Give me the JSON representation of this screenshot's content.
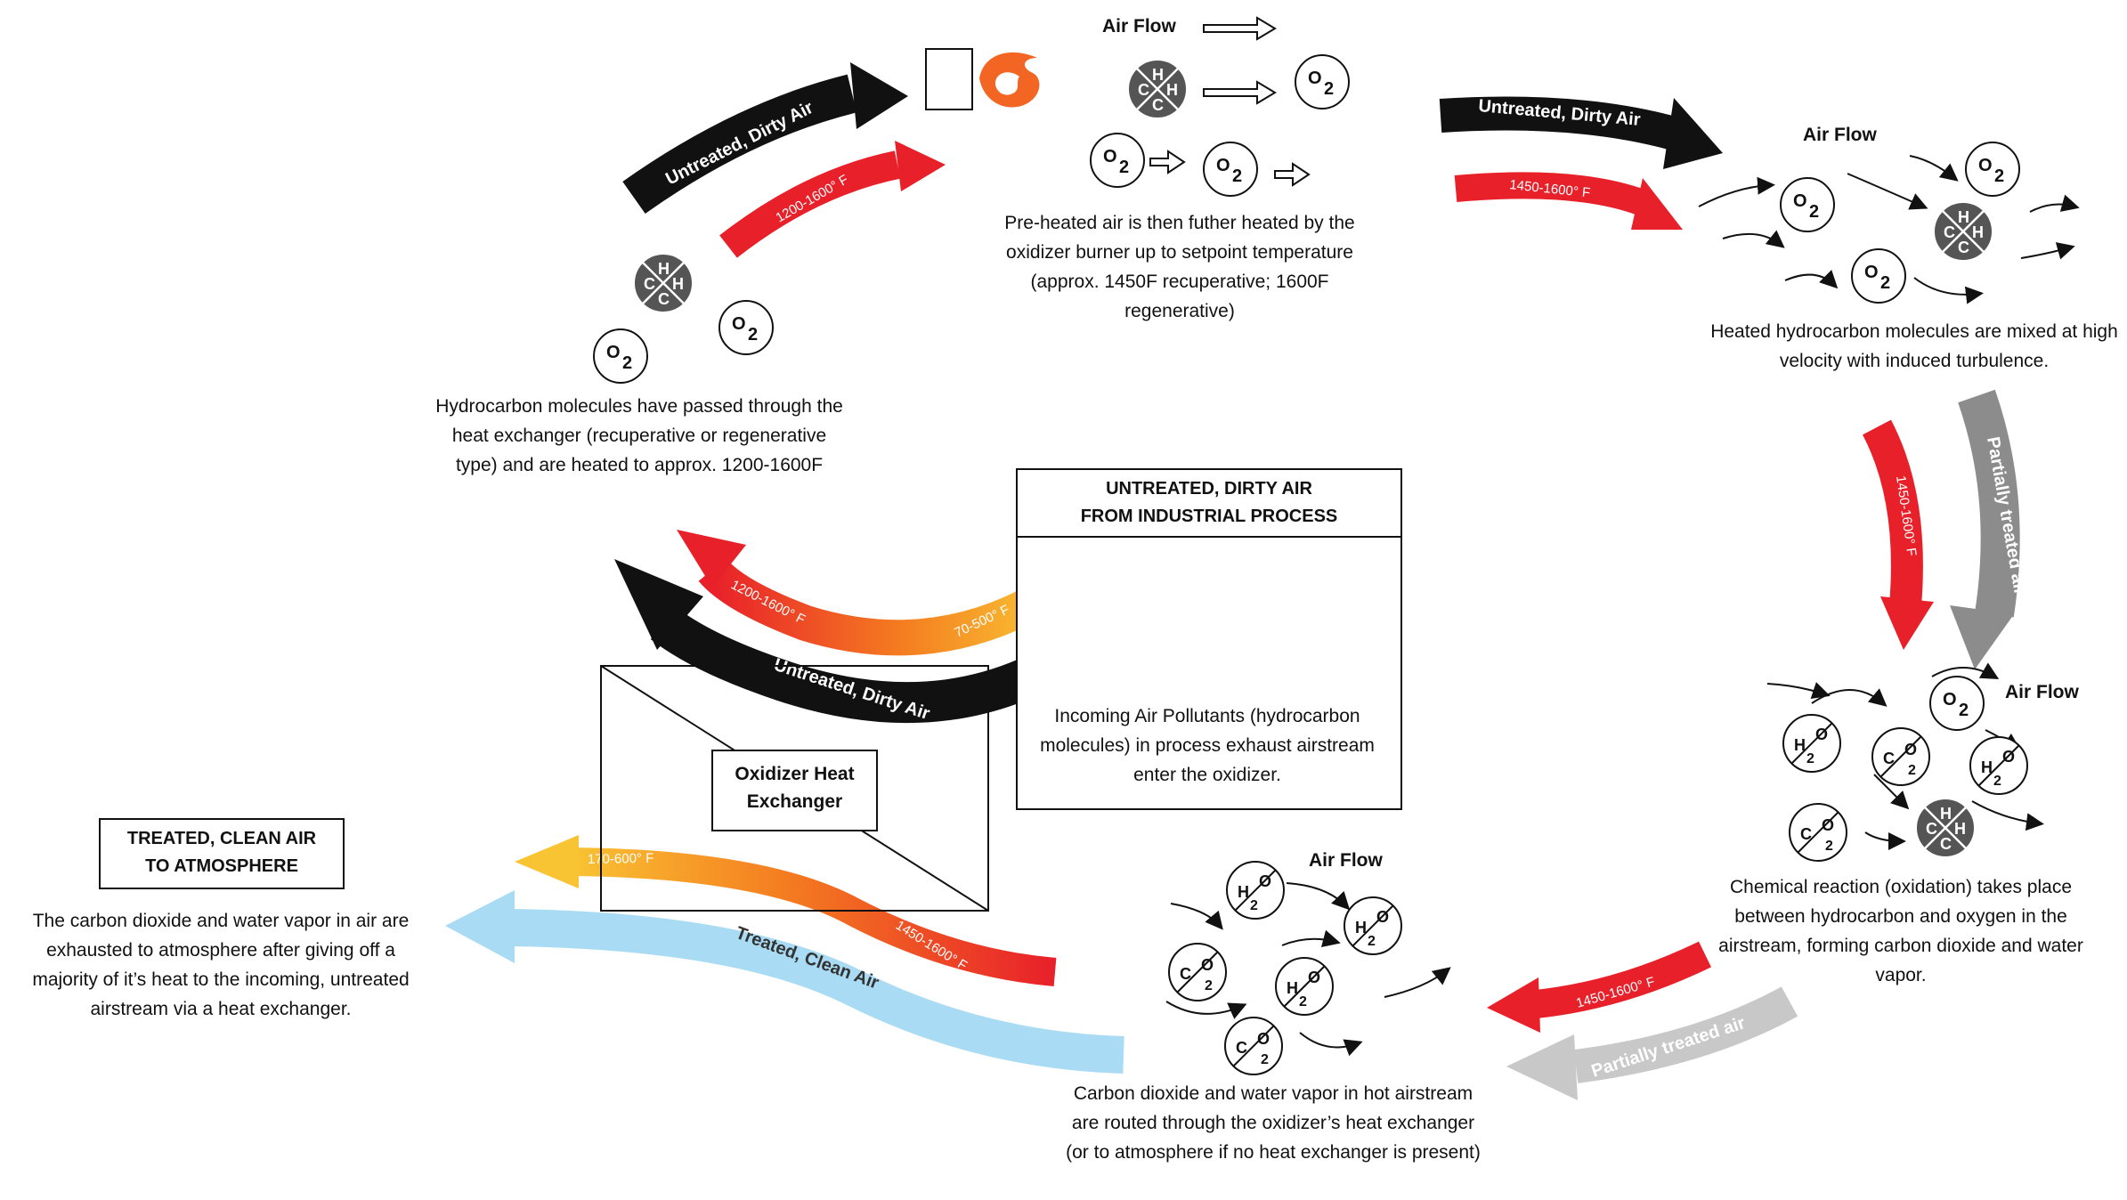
{
  "captions": {
    "hydrocarbon_heated": "Hydrocarbon molecules have passed through the heat exchanger (recuperative or regenerative type) and are heated to approx. 1200-1600F",
    "preheated": "Pre-heated air is then futher heated by the oxidizer burner up to setpoint temperature (approx. 1450F recuperative; 1600F regenerative)",
    "mixed": "Heated hydrocarbon molecules are mixed at high velocity with induced turbulence.",
    "chemical_reaction": "Chemical reaction (oxidation) takes place between hydrocarbon and oxygen in the airstream, forming carbon dioxide and water vapor.",
    "routed": "Carbon dioxide and water vapor in hot airstream are routed through the oxidizer’s heat exchanger (or to atmosphere if no heat exchanger is present)",
    "exhausted": "The carbon dioxide and water vapor in air are exhausted to atmosphere after giving off a majority of it’s heat to the incoming, untreated airstream via a heat exchanger.",
    "incoming": "Incoming Air Pollutants (hydrocarbon molecules) in process exhaust airstream enter the oxidizer."
  },
  "boxes": {
    "untreated_title_line1": "UNTREATED, DIRTY AIR",
    "untreated_title_line2": "FROM INDUSTRIAL PROCESS",
    "treated_title_line1": "TREATED, CLEAN AIR",
    "treated_title_line2": "TO ATMOSPHERE",
    "heat_exchanger_line1": "Oxidizer Heat",
    "heat_exchanger_line2": "Exchanger"
  },
  "air_flow_label": "Air Flow",
  "arrow_labels": {
    "untreated_dirty_air": "Untreated, Dirty Air",
    "temp_1200_1600": "1200-1600° F",
    "temp_1450_1600": "1450-1600° F",
    "temp_70_500": "70-500° F",
    "temp_170_600": "170-600° F",
    "partially_treated_air": "Partially treated air",
    "treated_clean_air": "Treated, Clean Air"
  },
  "molecules": {
    "hydrocarbon": [
      "C",
      "H",
      "H",
      "C"
    ],
    "oxygen": [
      "O",
      "2"
    ],
    "water": [
      "H",
      "2",
      "O"
    ],
    "carbon_dioxide": [
      "C",
      "O",
      "2"
    ]
  },
  "colors": {
    "black_arrow": "#111111",
    "hot_red": "#e8202a",
    "warm_orange": "#f47b20",
    "warm_yellow": "#f9c433",
    "partially_treated_gray": "#8c8c8c",
    "light_gray": "#c8c8c8",
    "clean_blue": "#a9dcf4",
    "hydrocarbon_fill": "#555555",
    "flame_orange": "#f26522"
  }
}
